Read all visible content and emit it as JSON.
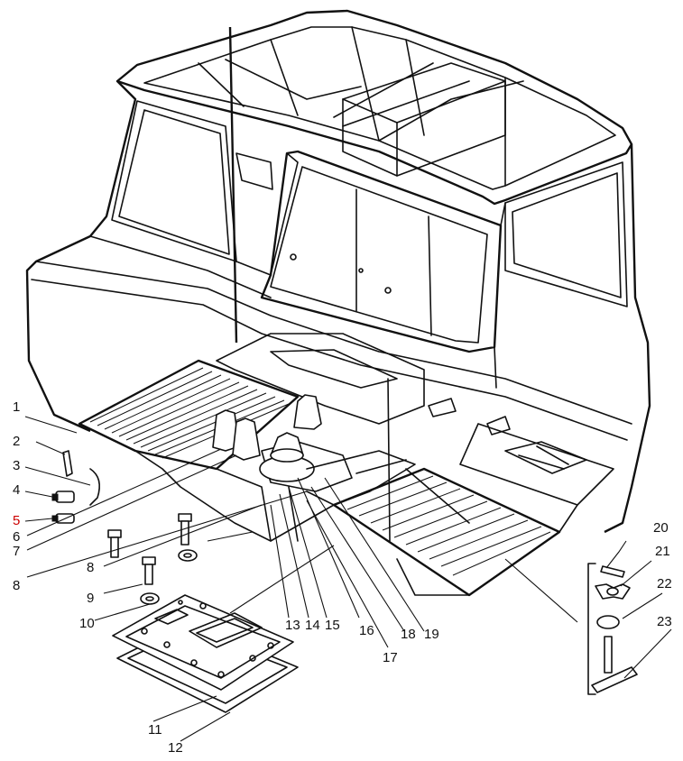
{
  "diagram": {
    "labels": [
      {
        "id": "1",
        "text": "1",
        "highlight": false
      },
      {
        "id": "2",
        "text": "2",
        "highlight": false
      },
      {
        "id": "3",
        "text": "3",
        "highlight": false
      },
      {
        "id": "4",
        "text": "4",
        "highlight": false
      },
      {
        "id": "5",
        "text": "5",
        "highlight": true
      },
      {
        "id": "6",
        "text": "6",
        "highlight": false
      },
      {
        "id": "7",
        "text": "7",
        "highlight": false
      },
      {
        "id": "8a",
        "text": "8",
        "highlight": false
      },
      {
        "id": "8b",
        "text": "8",
        "highlight": false
      },
      {
        "id": "9",
        "text": "9",
        "highlight": false
      },
      {
        "id": "10",
        "text": "10",
        "highlight": false
      },
      {
        "id": "11",
        "text": "11",
        "highlight": false
      },
      {
        "id": "12",
        "text": "12",
        "highlight": false
      },
      {
        "id": "13",
        "text": "13",
        "highlight": false
      },
      {
        "id": "14",
        "text": "14",
        "highlight": false
      },
      {
        "id": "15",
        "text": "15",
        "highlight": false
      },
      {
        "id": "16",
        "text": "16",
        "highlight": false
      },
      {
        "id": "17",
        "text": "17",
        "highlight": false
      },
      {
        "id": "18",
        "text": "18",
        "highlight": false
      },
      {
        "id": "19",
        "text": "19",
        "highlight": false
      },
      {
        "id": "20",
        "text": "20",
        "highlight": false
      },
      {
        "id": "21",
        "text": "21",
        "highlight": false
      },
      {
        "id": "22",
        "text": "22",
        "highlight": false
      },
      {
        "id": "23",
        "text": "23",
        "highlight": false
      }
    ],
    "colors": {
      "line": "#111111",
      "label": "#111111",
      "highlight": "#cc0000",
      "background": "#ffffff"
    }
  }
}
